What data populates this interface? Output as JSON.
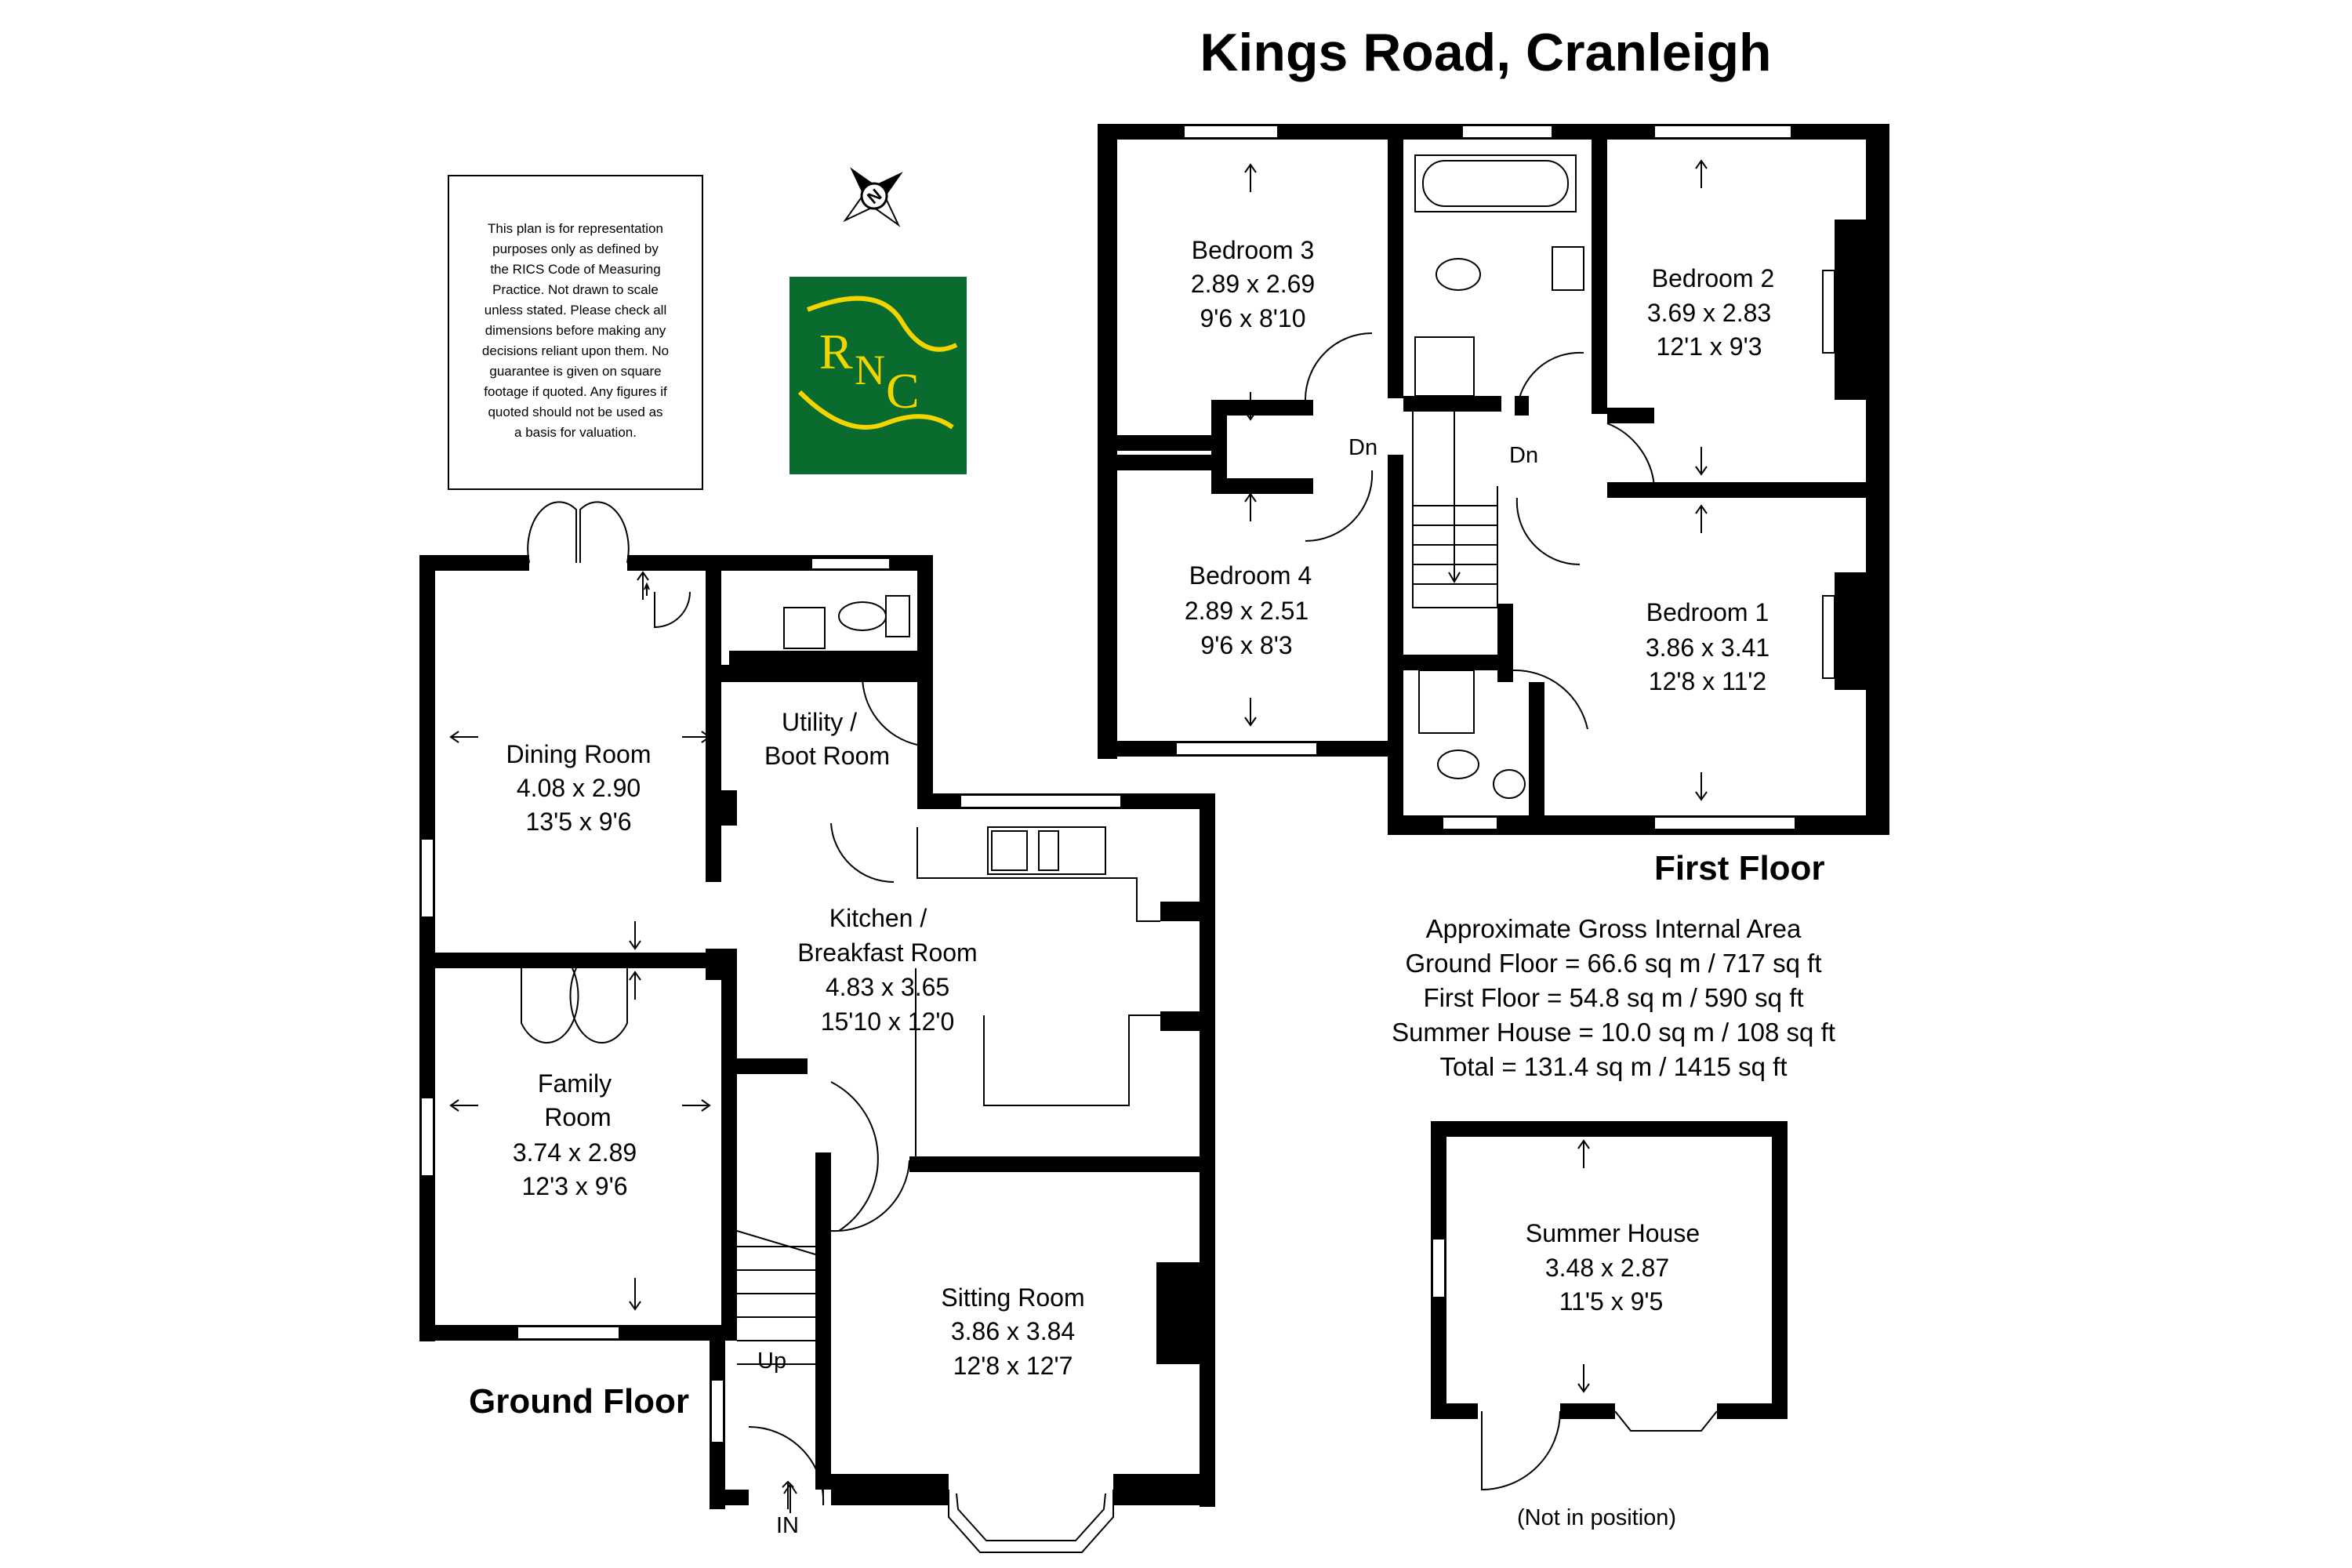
{
  "title": "Kings Road, Cranleigh",
  "disclaimer": [
    "This plan is for representation",
    "purposes only as defined by",
    "the RICS Code of Measuring",
    "Practice. Not drawn to scale",
    "unless stated. Please check all",
    "dimensions before making any",
    "decisions reliant upon them. No",
    "guarantee is given on square",
    "footage if quoted. Any figures if",
    "quoted should not be used as",
    "a basis for valuation."
  ],
  "logo": {
    "text": "RNC",
    "bg": "#0a6b2e",
    "fg": "#f2d400"
  },
  "compass": {
    "label": "N"
  },
  "floors": {
    "ground": "Ground Floor",
    "first": "First Floor"
  },
  "rooms": {
    "dining": {
      "name": "Dining Room",
      "metric": "4.08 x 2.90",
      "imperial": "13'5 x 9'6"
    },
    "family": {
      "name1": "Family",
      "name2": "Room",
      "metric": "3.74 x 2.89",
      "imperial": "12'3 x 9'6"
    },
    "utility": {
      "name1": "Utility /",
      "name2": "Boot Room"
    },
    "kitchen": {
      "name1": "Kitchen /",
      "name2": "Breakfast Room",
      "metric": "4.83 x 3.65",
      "imperial": "15'10 x 12'0"
    },
    "sitting": {
      "name": "Sitting Room",
      "metric": "3.86 x 3.84",
      "imperial": "12'8 x 12'7"
    },
    "bedroom1": {
      "name": "Bedroom 1",
      "metric": "3.86 x 3.41",
      "imperial": "12'8 x 11'2"
    },
    "bedroom2": {
      "name": "Bedroom 2",
      "metric": "3.69 x 2.83",
      "imperial": "12'1 x 9'3"
    },
    "bedroom3": {
      "name": "Bedroom 3",
      "metric": "2.89 x 2.69",
      "imperial": "9'6 x 8'10"
    },
    "bedroom4": {
      "name": "Bedroom 4",
      "metric": "2.89 x 2.51",
      "imperial": "9'6 x 8'3"
    },
    "summer": {
      "name": "Summer House",
      "metric": "3.48 x 2.87",
      "imperial": "11'5 x 9'5"
    }
  },
  "labels": {
    "up": "Up",
    "in": "IN",
    "dn1": "Dn",
    "dn2": "Dn",
    "not_in_position": "(Not in position)"
  },
  "area": {
    "heading": "Approximate Gross Internal Area",
    "ground": "Ground Floor = 66.6 sq m / 717 sq ft",
    "first": "First Floor = 54.8 sq m / 590 sq ft",
    "summer": "Summer House = 10.0 sq m / 108 sq ft",
    "total": "Total = 131.4 sq m / 1415 sq ft"
  }
}
